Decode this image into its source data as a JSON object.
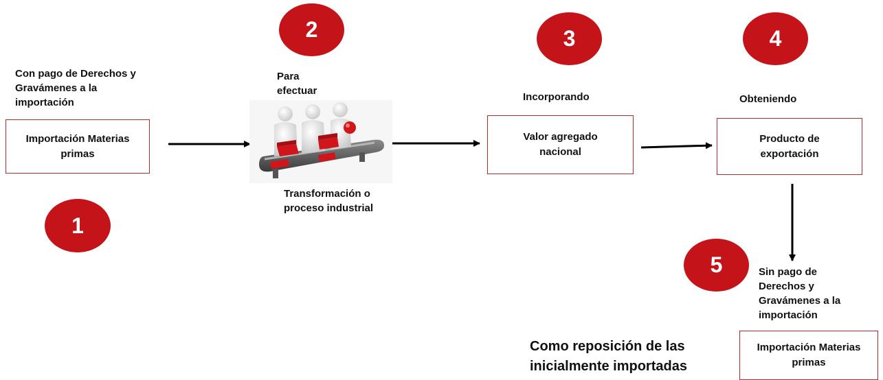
{
  "steps": {
    "step1": {
      "number": "1",
      "caption": "Con pago de Derechos y Gravámenes a la importación",
      "box": "Importación Materias primas"
    },
    "step2": {
      "number": "2",
      "caption_top": "Para efectuar",
      "caption_bottom": "Transformación o proceso industrial",
      "image_icon": "people-assembly-line-icon"
    },
    "step3": {
      "number": "3",
      "caption": "Incorporando",
      "box": "Valor agregado nacional"
    },
    "step4": {
      "number": "4",
      "caption": "Obteniendo",
      "box": "Producto de exportación"
    },
    "step5": {
      "number": "5",
      "caption": "Sin pago de Derechos y Gravámenes a la importación",
      "box": "Importación Materias primas"
    }
  },
  "footer_caption": "Como reposición de las inicialmente importadas",
  "colors": {
    "circle": "#c41419",
    "box_border": "#b22a2a",
    "arrow": "#000000"
  }
}
